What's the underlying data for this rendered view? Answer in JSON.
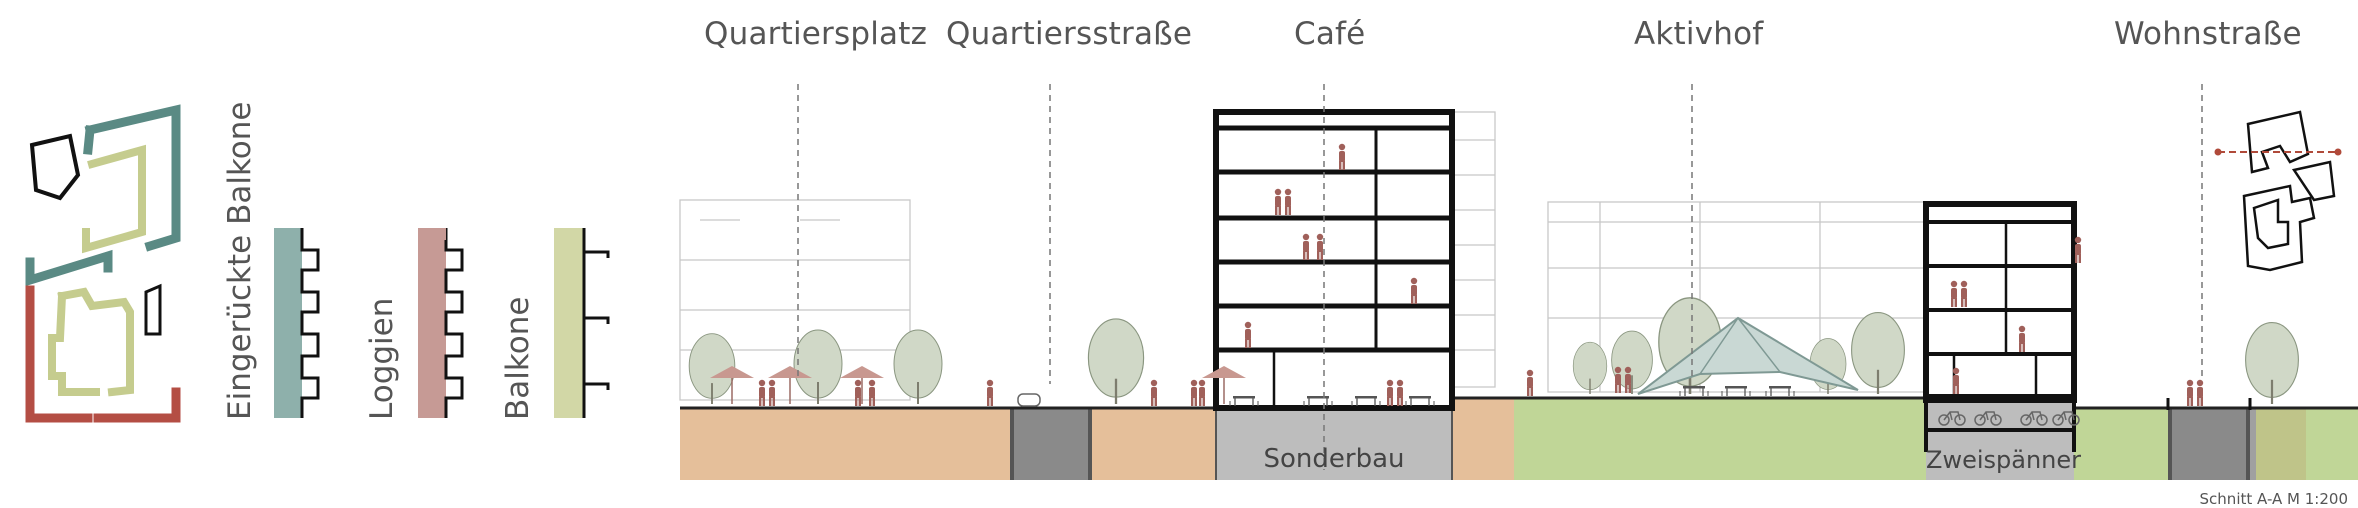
{
  "section_labels": {
    "quartiersplatz": "Quartiersplatz",
    "quartiersstrasse": "Quartiersstraße",
    "cafe": "Café",
    "aktivhof": "Aktivhof",
    "wohnstrasse": "Wohnstraße"
  },
  "legend": {
    "eingerueckte": "Eingerückte Balkone",
    "loggien": "Loggien",
    "balkone": "Balkone"
  },
  "building_labels": {
    "sonderbau": "Sonderbau",
    "zweispaenner": "Zweispänner"
  },
  "scale_note": "Schnitt A-A M 1:200",
  "colors": {
    "teal": "#5a8a84",
    "loggia": "#c08b85",
    "balkon": "#c5cc8e",
    "soil": "#e5bf9a",
    "grass": "#c0d697",
    "road": "#8a8a8a",
    "basement": "#bdbdbd",
    "person": "#a0605a",
    "tree": "#cfd8c5",
    "cut_axis": "#b04a3a"
  }
}
